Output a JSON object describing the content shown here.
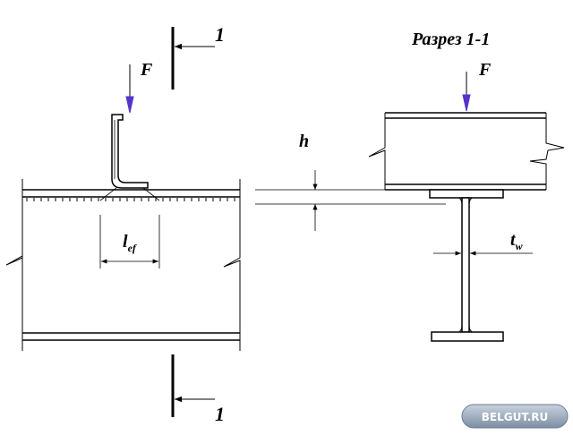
{
  "labels": {
    "force_left": "F",
    "force_right": "F",
    "section_mark_top": "1",
    "section_mark_bottom": "1",
    "section_title": "Разрез 1-1",
    "height": "h",
    "effective_length_main": "l",
    "effective_length_sub": "ef",
    "web_thickness_main": "t",
    "web_thickness_sub": "w"
  },
  "watermark": "BELGUT.RU",
  "colors": {
    "line": "#000000",
    "force_arrow": "#5533cc",
    "background": "#ffffff",
    "watermark_bg": "#9aa8b8"
  }
}
